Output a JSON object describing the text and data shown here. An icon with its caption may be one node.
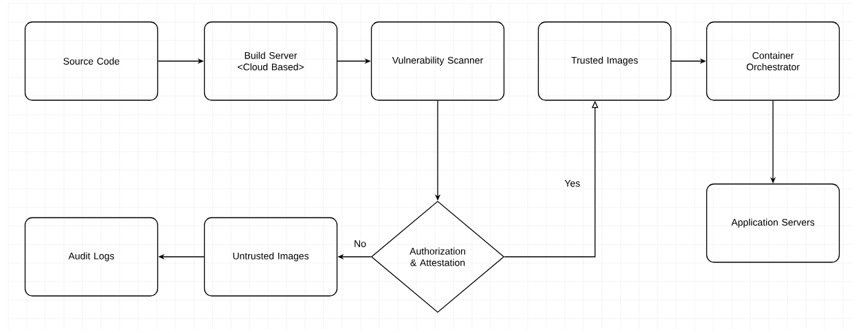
{
  "diagram": {
    "nodes": [
      {
        "text": [
          "Source Code"
        ]
      },
      {
        "text": [
          "Build Server <Cloud Based>"
        ]
      },
      {
        "text": [
          "Vulnerability Scanner"
        ]
      },
      {
        "text": [
          "Trusted Images"
        ]
      },
      {
        "text": [
          "Container Orchestrator"
        ]
      },
      {
        "text": [
          "Application Servers"
        ]
      },
      {
        "text": [
          "Authorization & Attestation"
        ]
      },
      {
        "text": [
          "Untrusted Images"
        ]
      },
      {
        "text": [
          "Audit Logs"
        ]
      }
    ],
    "edges": [
      {
        "from": 0,
        "to": 1,
        "arrow": "to"
      },
      {
        "from": 1,
        "to": 2,
        "arrow": "to"
      },
      {
        "from": 2,
        "to": 6,
        "arrow": "to"
      },
      {
        "from": 6,
        "to": 3,
        "arrow": "to",
        "label": "Yes"
      },
      {
        "from": 3,
        "to": 4,
        "arrow": "to"
      },
      {
        "from": 4,
        "to": 5,
        "arrow": "to"
      },
      {
        "from": 6,
        "to": 7,
        "arrow": "to",
        "label": "No"
      },
      {
        "from": 7,
        "to": 8,
        "arrow": "to"
      }
    ]
  }
}
